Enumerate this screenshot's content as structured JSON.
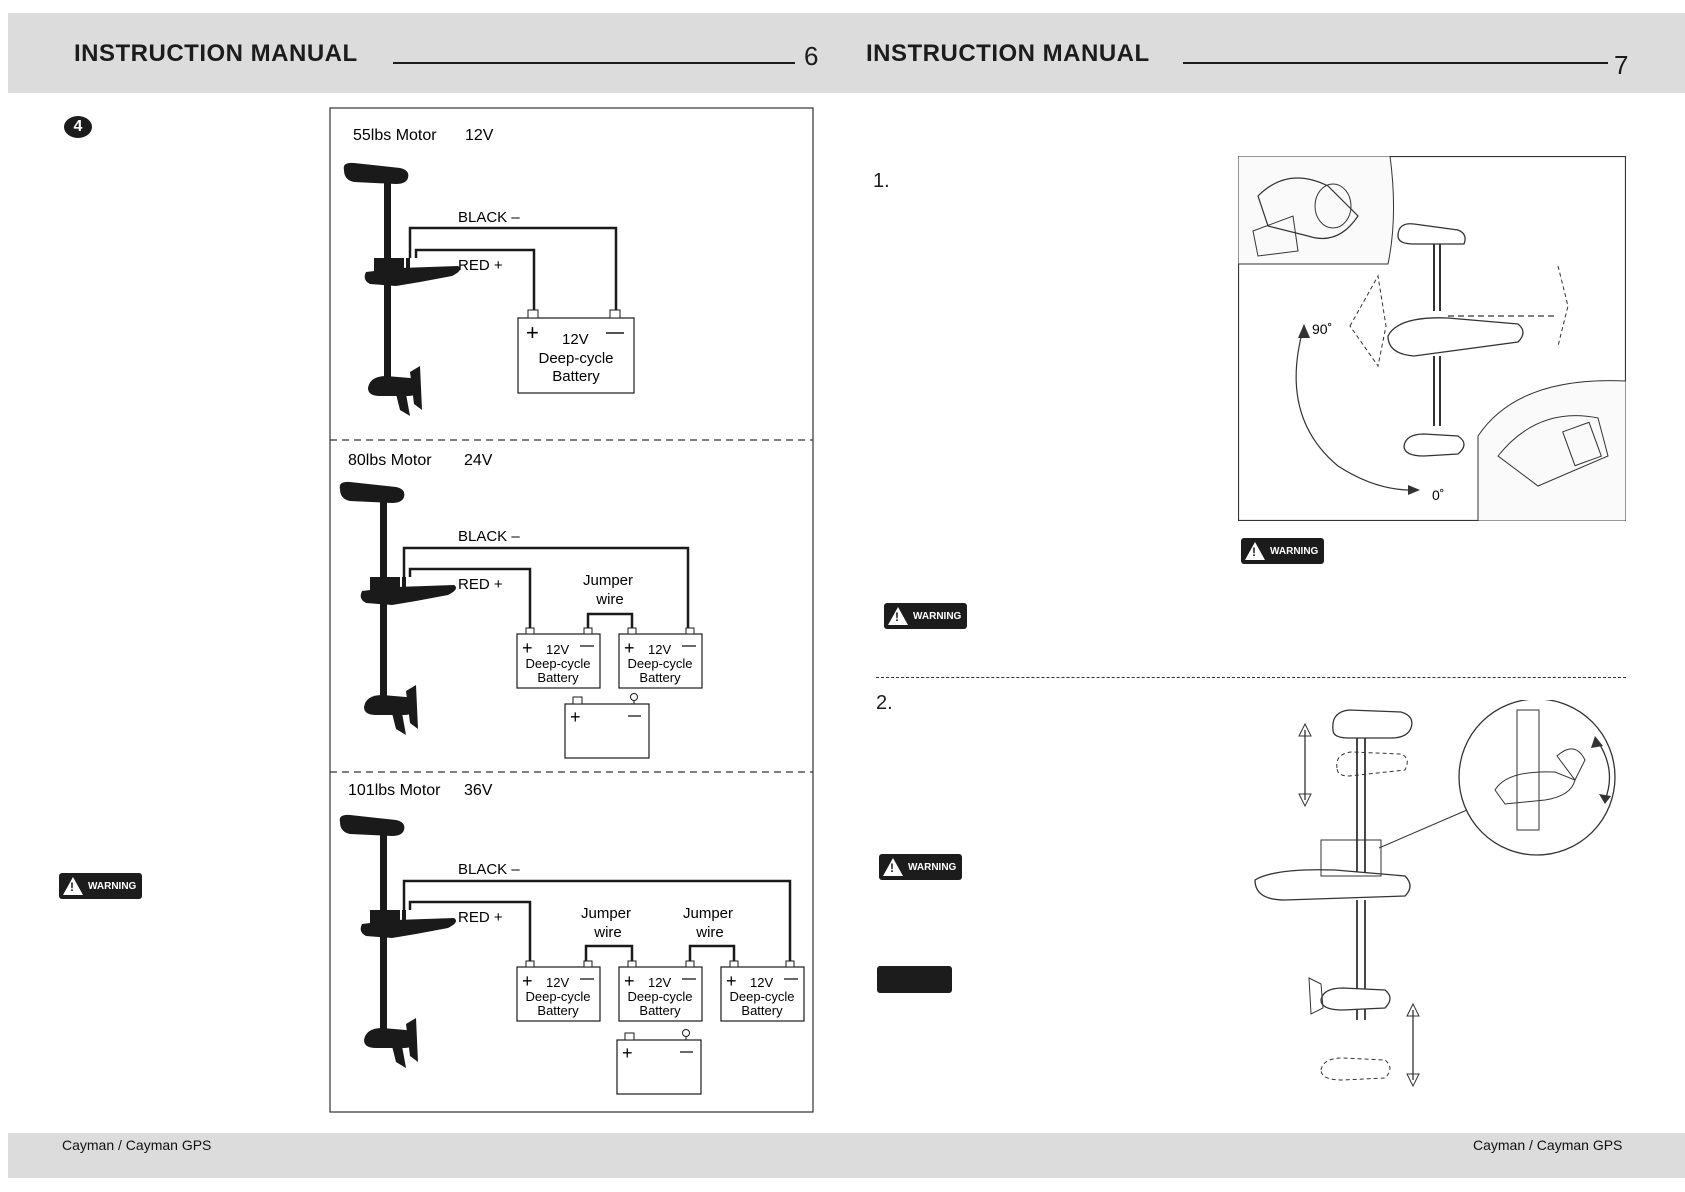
{
  "left_page": {
    "header_title": "INSTRUCTION MANUAL",
    "page_number": "6",
    "step_badge": "4",
    "warning_label": "WARNING",
    "footer": "Cayman / Cayman GPS",
    "wiring": {
      "section_12v": {
        "motor": "55lbs Motor",
        "voltage": "12V"
      },
      "section_24v": {
        "motor": "80lbs Motor",
        "voltage": "24V"
      },
      "section_36v": {
        "motor": "101lbs Motor",
        "voltage": "36V"
      },
      "black_label": "BLACK –",
      "red_label": "RED +",
      "jumper_line1": "Jumper",
      "jumper_line2": "wire",
      "battery_voltage": "12V",
      "battery_line1": "Deep-cycle",
      "battery_line2": "Battery"
    }
  },
  "right_page": {
    "header_title": "INSTRUCTION MANUAL",
    "page_number": "7",
    "step1": "1.",
    "step2": "2.",
    "warning_label": "WARNING",
    "angle_90": "90˚",
    "angle_0": "0˚",
    "footer": "Cayman / Cayman GPS"
  }
}
